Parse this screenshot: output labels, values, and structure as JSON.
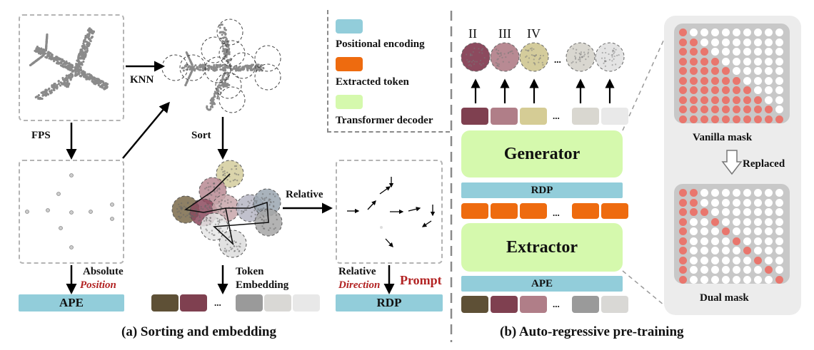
{
  "legend": {
    "items": [
      {
        "label": "Positional encoding",
        "color": "#92cdda"
      },
      {
        "label": "Extracted token",
        "color": "#ee6b0f"
      },
      {
        "label": "Transformer decoder",
        "color": "#d5f9ad"
      }
    ]
  },
  "left": {
    "fps_label": "FPS",
    "knn_label": "KNN",
    "sort_label": "Sort",
    "relative_label": "Relative",
    "absolute_label": "Absolute",
    "position_label": "Position",
    "token_label": "Token",
    "embedding_label": "Embedding",
    "relative2_label": "Relative",
    "direction_label": "Direction",
    "prompt_label": "Prompt",
    "ape_label": "APE",
    "rdp_label": "RDP",
    "ellipsis": "...",
    "caption": "(a) Sorting and embedding",
    "token_colors": [
      "#5e5036",
      "#7f4050",
      "#9a9a9a",
      "#d9d8d5",
      "#e8e8e8"
    ]
  },
  "right": {
    "roman": [
      "II",
      "III",
      "IV"
    ],
    "generator_label": "Generator",
    "extractor_label": "Extractor",
    "rdp_label": "RDP",
    "ape_label": "APE",
    "ellipsis": "...",
    "caption": "(b) Auto-regressive pre-training",
    "output_token_colors": [
      "#7f4050",
      "#b07e88",
      "#d5cc95",
      "#d9d7d0",
      "#e9e9e9"
    ],
    "input_token_colors": [
      "#5e5036",
      "#7f4050",
      "#b07e88",
      "#9a9a9a",
      "#d9d8d5"
    ],
    "circle_colors": [
      "#8c4a5e",
      "#b88a93",
      "#d4cc9c",
      "#d9d7d0",
      "#e4e4e4"
    ]
  },
  "mask": {
    "vanilla_label": "Vanilla mask",
    "replaced_label": "Replaced",
    "dual_label": "Dual mask",
    "on_color": "#e9766d",
    "off_color": "#ffffff"
  }
}
